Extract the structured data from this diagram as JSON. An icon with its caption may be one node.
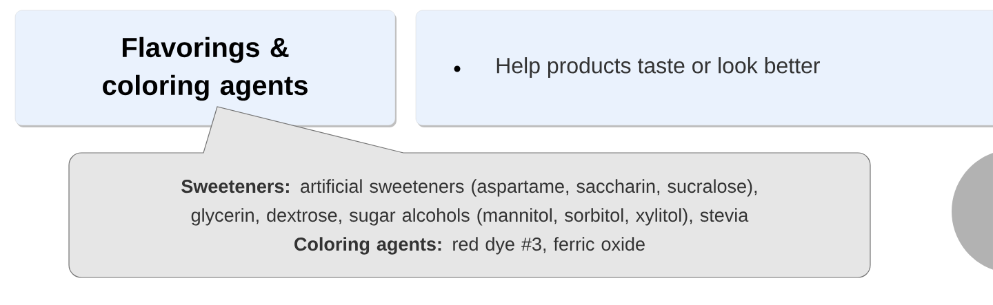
{
  "diagram": {
    "nodes": [
      {
        "text": [
          "Flavorings & coloring agents"
        ]
      },
      {
        "text": [
          "Help products taste or look better"
        ]
      },
      {
        "text": [
          "**Sweeteners:** artificial sweeteners (aspartame, saccharin, sucralose), glycerin, dextrose, sugar alcohols (mannitol, sorbitol, xylitol), stevia",
          "**Coloring agents:** red dye #3, ferric oxide"
        ]
      },
      {
        "text": [],
        "shape": "circle"
      }
    ]
  }
}
